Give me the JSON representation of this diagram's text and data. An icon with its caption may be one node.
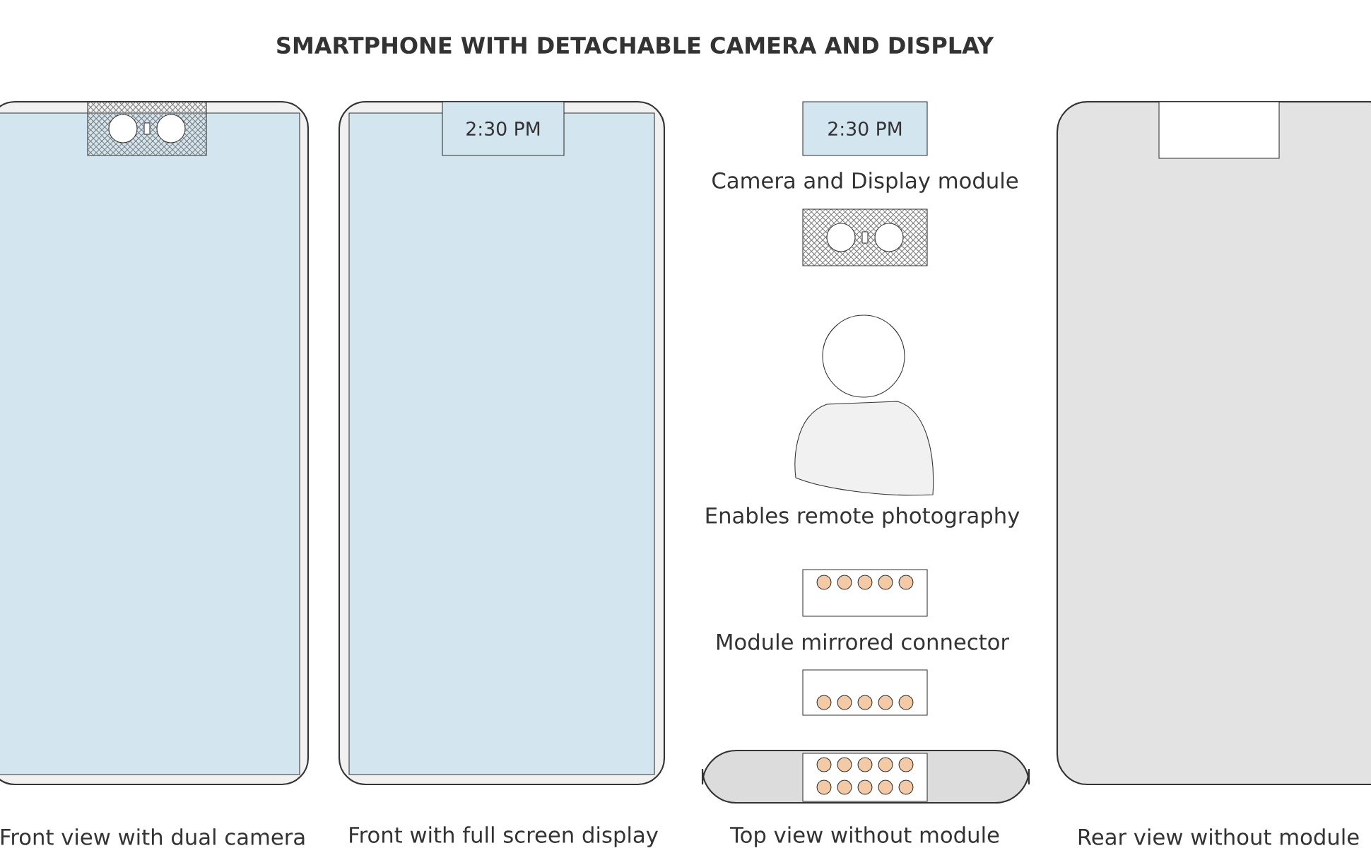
{
  "diagram": {
    "title": "SMARTPHONE WITH DETACHABLE CAMERA AND DISPLAY",
    "nodes": [
      {
        "text": [
          "2:30 PM"
        ]
      },
      {
        "text": [
          "2:30 PM"
        ]
      }
    ],
    "labels": [
      "Camera and Display module",
      "Enables remote photography",
      "Module mirrored connector",
      "Front view with dual camera",
      "Front with full screen display",
      "Top view without module",
      "Rear view without module"
    ]
  }
}
